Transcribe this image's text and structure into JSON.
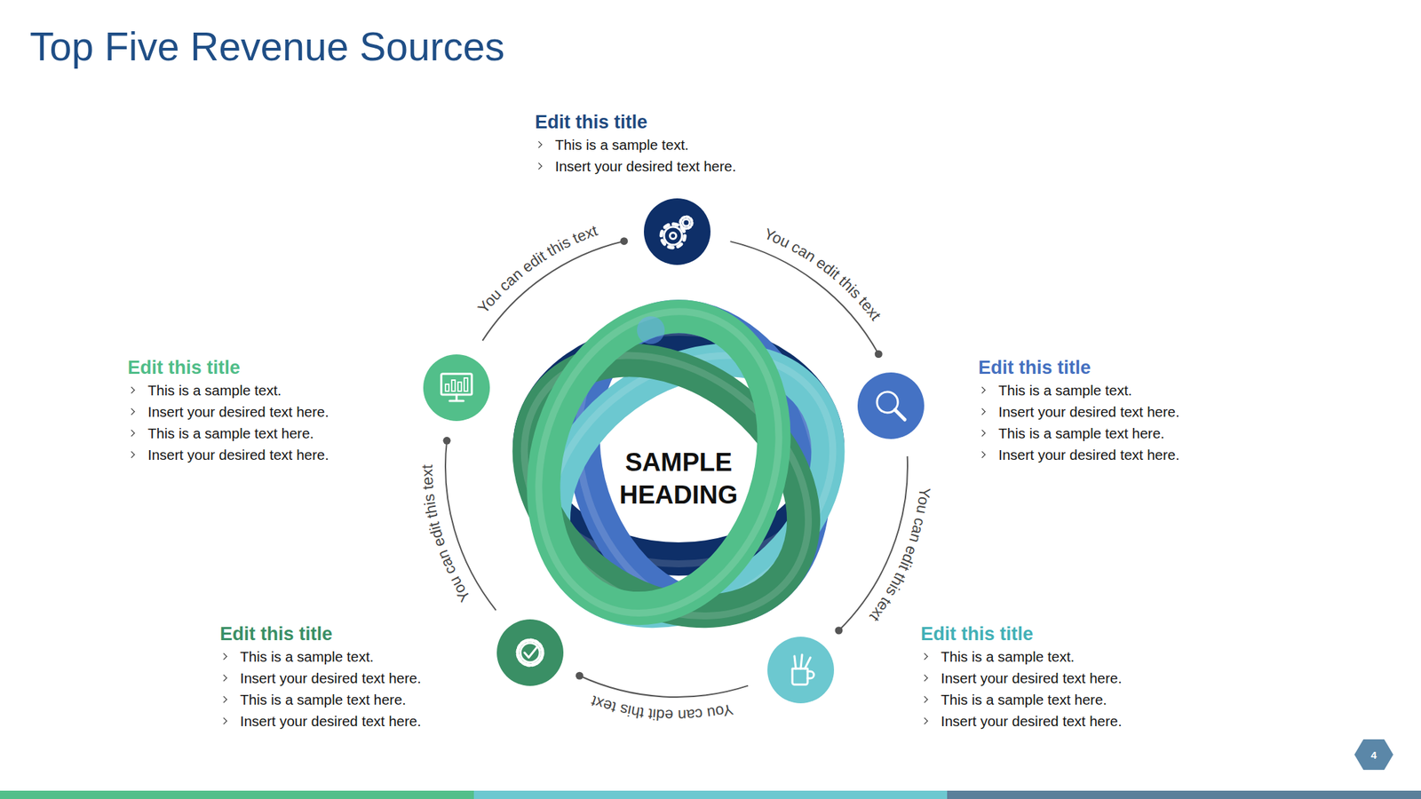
{
  "diagram": {
    "title": "Top Five Revenue Sources",
    "nodes": [
      {
        "text": [
          "Edit this title",
          "This is a sample text.",
          "Insert your desired text here."
        ]
      },
      {
        "text": [
          "Edit this title",
          "This is a sample text.",
          "Insert your desired text here.",
          "This is a sample text here.",
          "Insert your desired text here."
        ]
      },
      {
        "text": [
          "Edit this title",
          "This is a sample text.",
          "Insert your desired text here.",
          "This is a sample text here.",
          "Insert your desired text here."
        ]
      },
      {
        "text": [
          "SAMPLE HEADING"
        ]
      },
      {
        "text": [
          "Edit this title",
          "This is a sample text.",
          "Insert your desired text here.",
          "This is a sample text here.",
          "Insert your desired text here."
        ]
      },
      {
        "text": [
          "Edit this title",
          "This is a sample text.",
          "Insert your desired text here.",
          "This is a sample text here.",
          "Insert your desired text here."
        ]
      }
    ],
    "edges": [
      {
        "from": 1,
        "to": 0,
        "arrow": "to",
        "label": "You can edit this text"
      },
      {
        "from": 0,
        "to": 2,
        "arrow": "to",
        "label": "You can edit this text"
      },
      {
        "from": 2,
        "to": 5,
        "arrow": "to",
        "label": "You can edit this text"
      },
      {
        "from": 5,
        "to": 4,
        "arrow": "to",
        "label": "You can edit this text"
      },
      {
        "from": 4,
        "to": 1,
        "arrow": "to",
        "label": "You can edit this text"
      }
    ],
    "labels": [
      "4"
    ]
  }
}
